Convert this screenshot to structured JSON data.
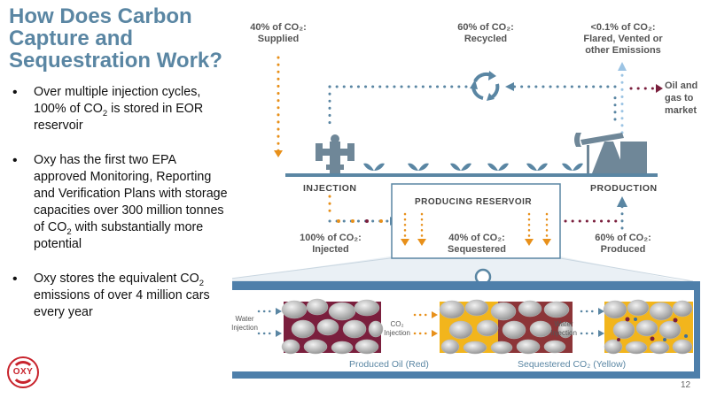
{
  "title": "How Does Carbon Capture and Sequestration Work?",
  "bullets": [
    {
      "pre": "Over multiple injection cycles, 100% of CO",
      "sub": "2",
      "post": " is stored in EOR reservoir"
    },
    {
      "pre": "Oxy has the first two EPA approved Monitoring, Reporting and Verification Plans with storage capacities over 300 million tonnes of CO",
      "sub": "2",
      "post": " with substantially more potential"
    },
    {
      "pre": "Oxy stores the equivalent CO",
      "sub": "2",
      "post": " emissions of over 4 million cars every year"
    }
  ],
  "logo_text": "OXY",
  "diagram": {
    "supplied": {
      "pct": "40% of CO₂:",
      "name": "Supplied"
    },
    "recycled": {
      "pct": "60% of CO₂:",
      "name": "Recycled"
    },
    "flared": {
      "pct": "<0.1% of CO₂:",
      "name": "Flared, Vented or other Emissions"
    },
    "oil_market": "Oil and gas to market",
    "injection": "INJECTION",
    "production": "PRODUCTION",
    "reservoir": "PRODUCING RESERVOIR",
    "injected": {
      "pct": "100% of CO₂:",
      "name": "Injected"
    },
    "sequestered": {
      "pct": "40% of CO₂:",
      "name": "Sequestered"
    },
    "produced": {
      "pct": "60% of CO₂:",
      "name": "Produced"
    },
    "water_injection_1": "Water Injection",
    "co2_injection": "CO₂ Injection",
    "water_injection_2": "Water Injection",
    "produced_oil_caption": "Produced Oil (Red)",
    "sequestered_caption": "Sequestered CO₂ (Yellow)"
  },
  "colors": {
    "title": "#5a86a3",
    "arrow_blue": "#5a86a3",
    "arrow_orange": "#e8901a",
    "oil_red": "#7a1f3d",
    "light_blue": "#9cc4e4",
    "panel_blue": "#4e7faa",
    "co2_yellow": "#f2b51c"
  },
  "page_number": "12"
}
